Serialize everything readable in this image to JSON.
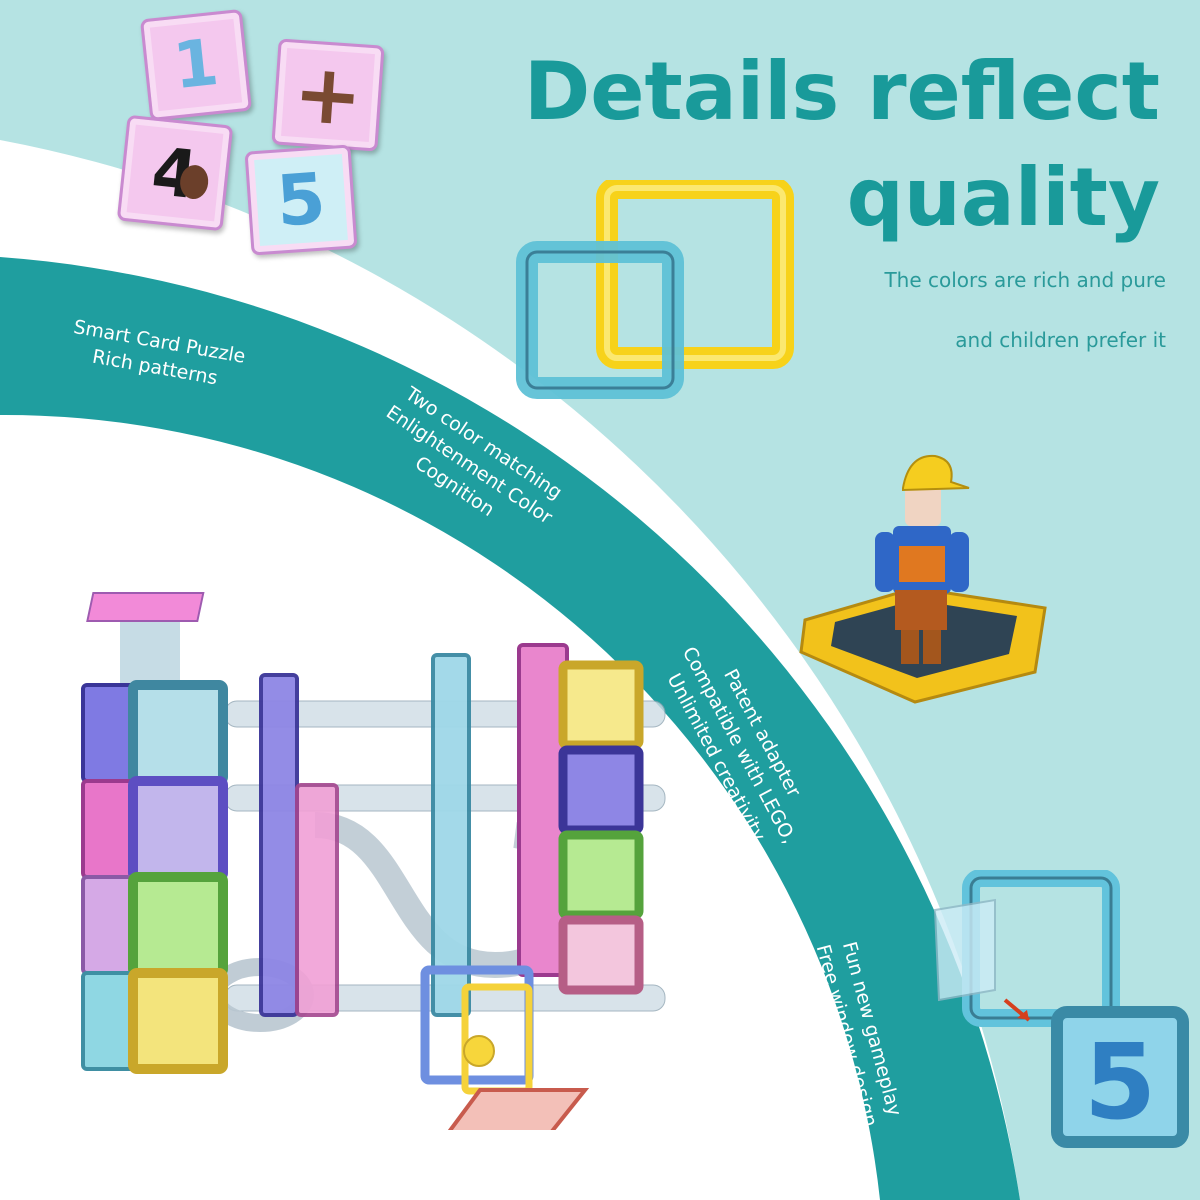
{
  "headline": {
    "line1": "Details reflect",
    "line2": "quality",
    "sub1": "The colors are rich and pure",
    "sub2": "and children prefer it"
  },
  "bands": {
    "smart_card": [
      "Smart Card Puzzle",
      "Rich patterns"
    ],
    "two_color": [
      "Two color matching",
      "Enlightenment Color",
      "Cognition"
    ],
    "patent": [
      "Patent adapter",
      "Compatible with LEGO,",
      "Unlimited creativity"
    ],
    "fun": [
      "Fun new gameplay",
      "Free window design"
    ]
  },
  "cards": {
    "card1": "1",
    "card2": "+",
    "card3": "4",
    "card4": "5"
  },
  "colors": {
    "teal_dark": "#1f9e9f",
    "teal_light": "#b5e3e3",
    "headline": "#199a9a",
    "sub": "#2a9a9a",
    "card_pink": "#f4c8ee"
  }
}
